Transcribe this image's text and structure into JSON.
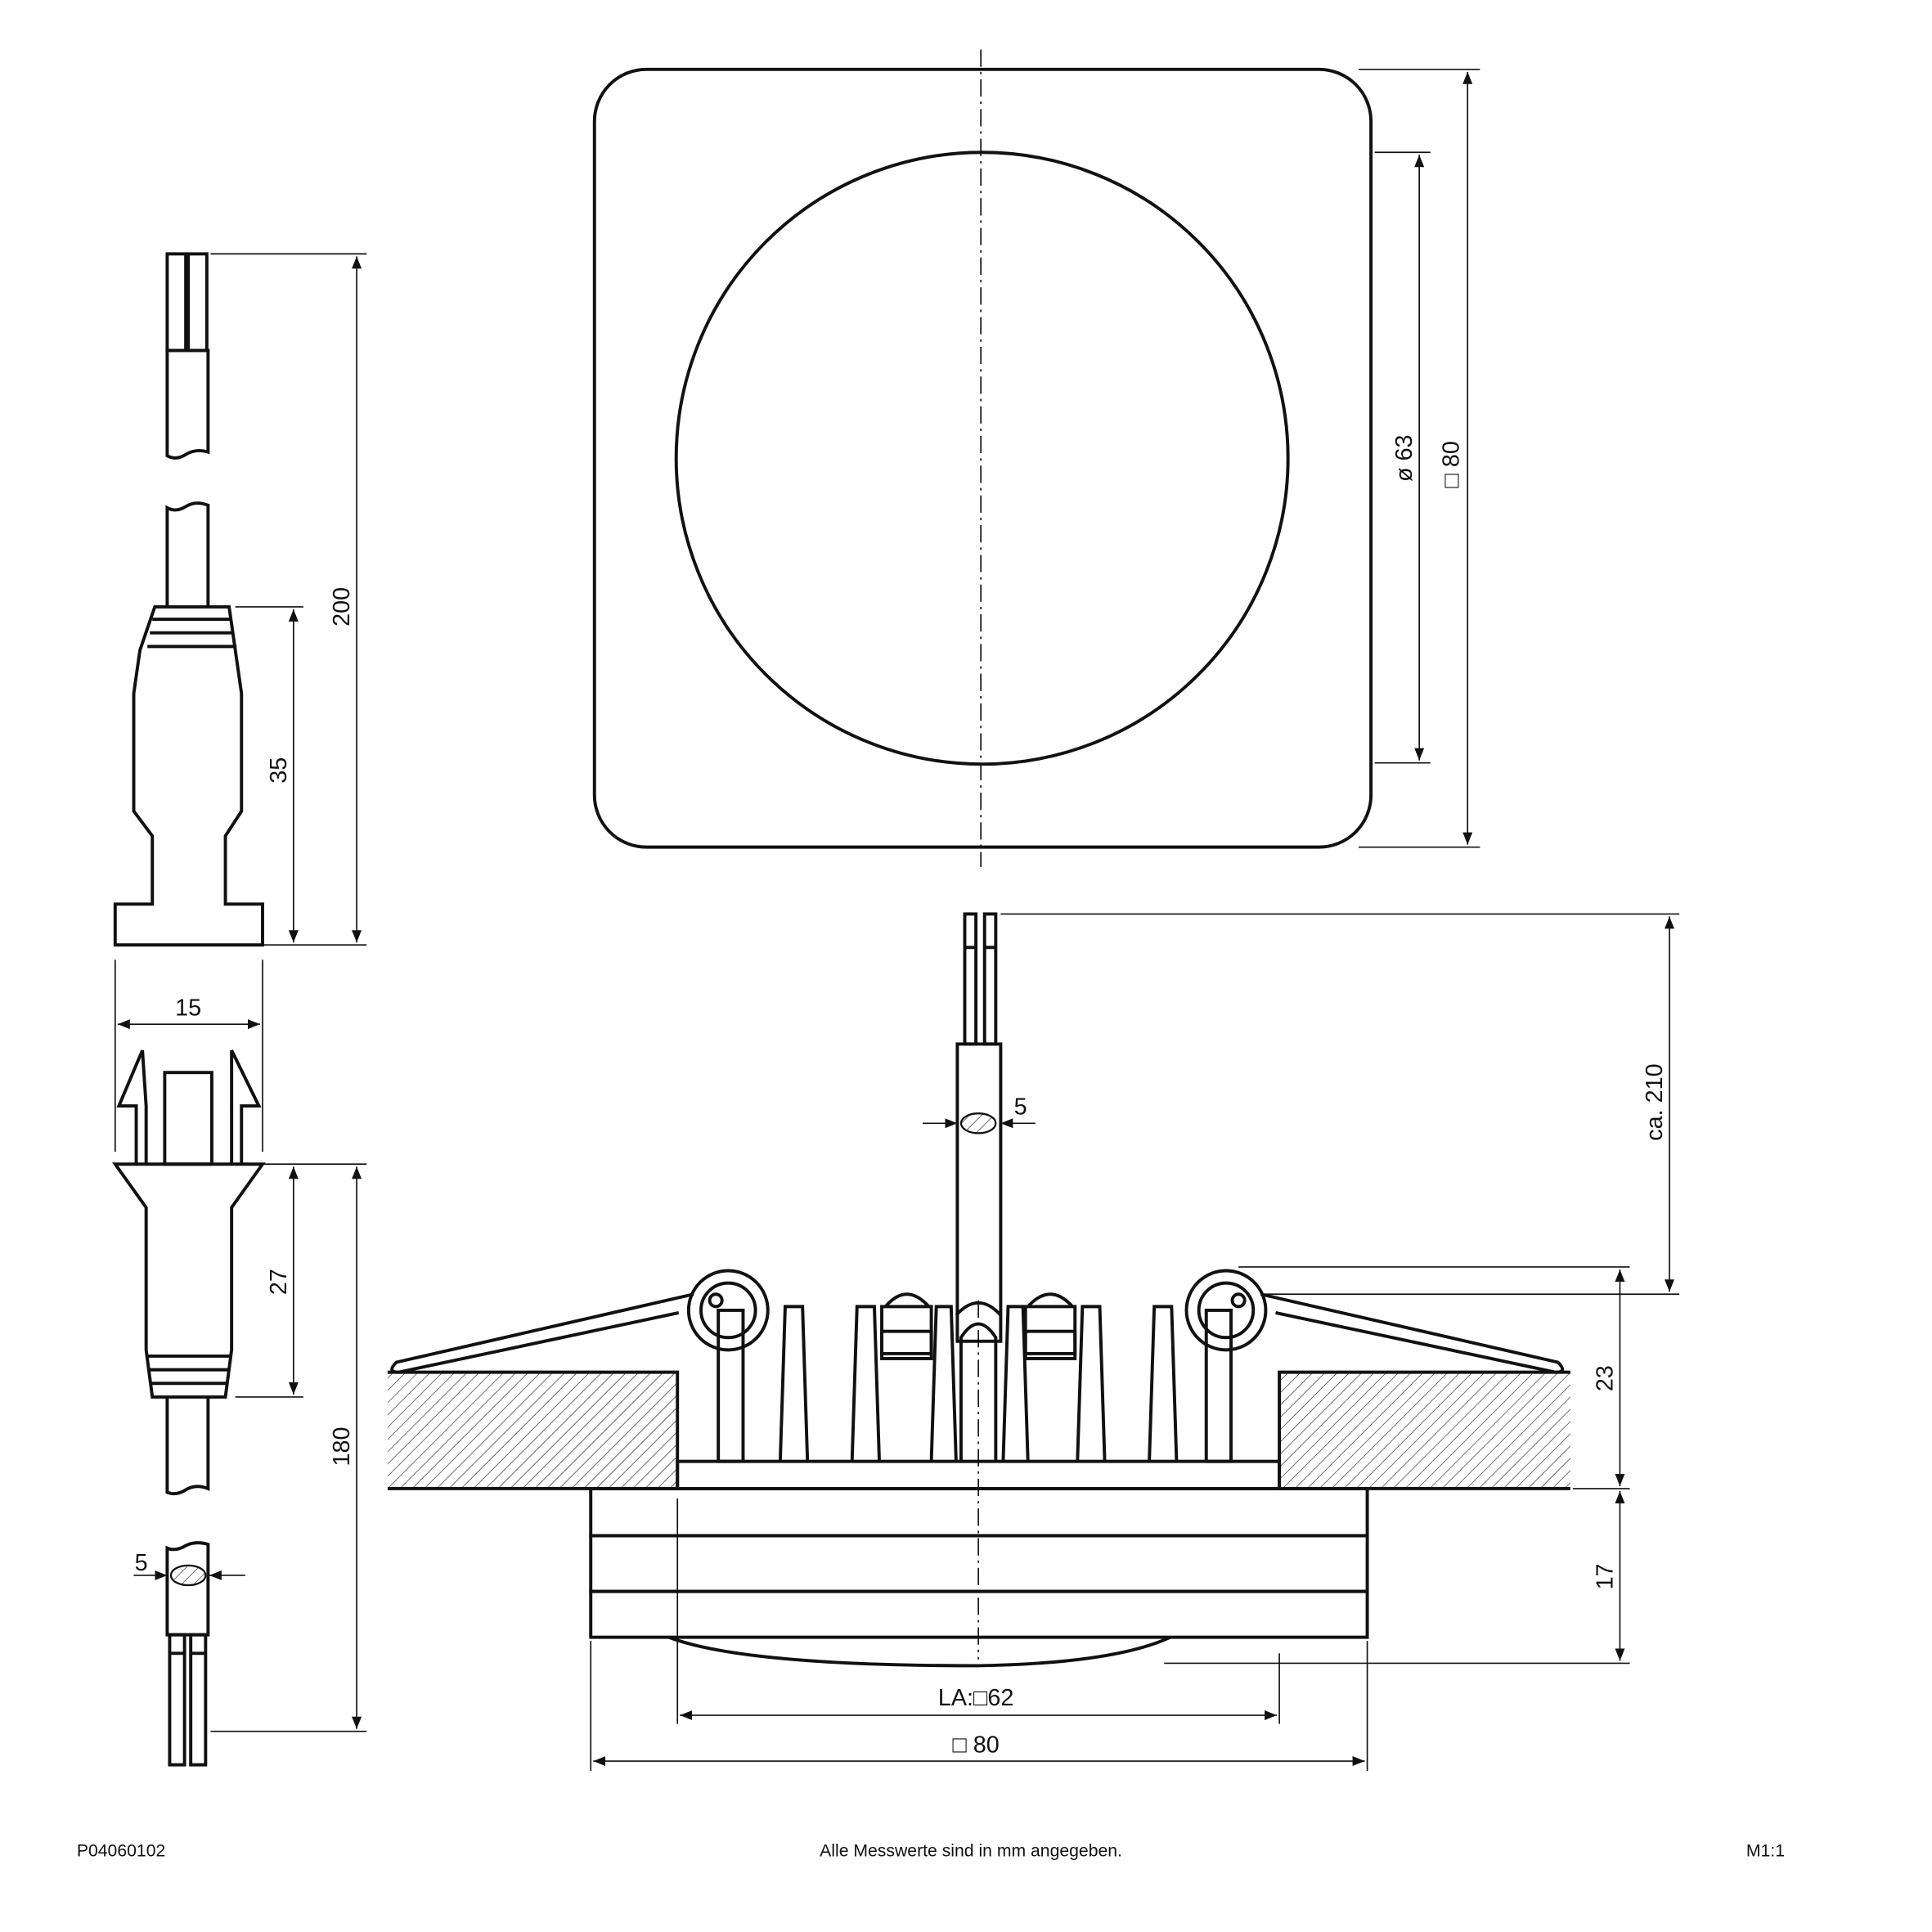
{
  "dimensions": {
    "diameter_63": "ø 63",
    "square_80_top": "□ 80",
    "cable_200": "200",
    "connector_35": "35",
    "width_15": "15",
    "connector_27": "27",
    "cable_180": "180",
    "cable_dia_left": "5",
    "cable_dia_main": "5",
    "ca_210": "ca. 210",
    "height_23": "23",
    "height_17": "17",
    "cutout_la_62": "LA:□62",
    "square_80_bottom": "□ 80"
  },
  "footer": {
    "article_number": "P04060102",
    "note": "Alle Messwerte sind in mm angegeben.",
    "scale": "M1:1"
  }
}
